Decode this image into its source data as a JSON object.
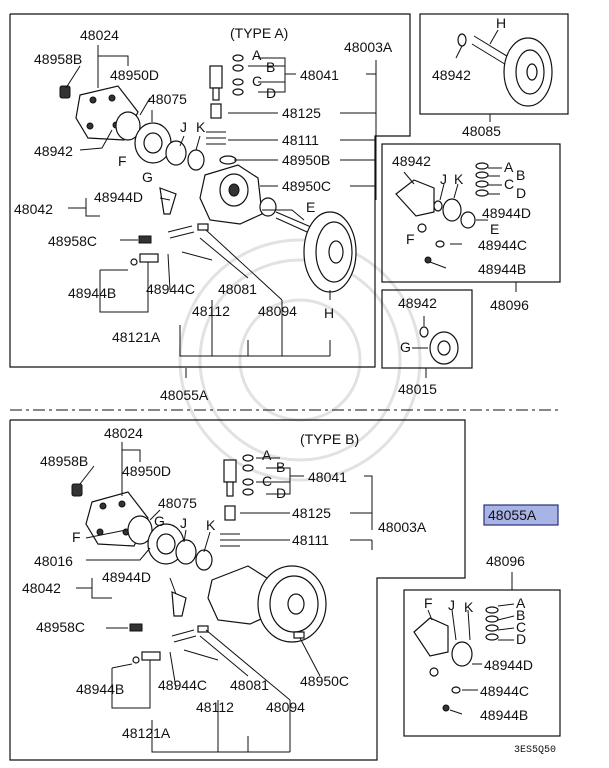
{
  "type_a": {
    "title": "(TYPE  A)",
    "assembly": "48003A",
    "group": "48055A",
    "labels": {
      "p48024": "48024",
      "p48958B": "48958B",
      "p48950D": "48950D",
      "p48075": "48075",
      "pJ": "J",
      "pK": "K",
      "p48942": "48942",
      "pF": "F",
      "pG": "G",
      "p48944D": "48944D",
      "p48042": "48042",
      "p48958C": "48958C",
      "p48944B": "48944B",
      "p48944C": "48944C",
      "p48081": "48081",
      "p48112": "48112",
      "p48094": "48094",
      "p48121A": "48121A",
      "pA": "A",
      "pB": "B",
      "pC": "C",
      "pD": "D",
      "pE": "E",
      "pH": "H",
      "p48041": "48041",
      "p48125": "48125",
      "p48111": "48111",
      "p48950B": "48950B",
      "p48950C": "48950C"
    }
  },
  "kit_48085": {
    "p48942": "48942",
    "pH": "H",
    "number": "48085"
  },
  "kit_48096_top": {
    "p48942": "48942",
    "pJ": "J",
    "pK": "K",
    "pA": "A",
    "pB": "B",
    "pC": "C",
    "pD": "D",
    "p48944D": "48944D",
    "pF": "F",
    "pE": "E",
    "p48944C": "48944C",
    "p48944B": "48944B",
    "number": "48096"
  },
  "kit_48015": {
    "p48942": "48942",
    "pG": "G",
    "number": "48015"
  },
  "type_b": {
    "title": "(TYPE  B)",
    "assembly": "48003A",
    "labels": {
      "p48024": "48024",
      "p48958B": "48958B",
      "p48950D": "48950D",
      "p48075": "48075",
      "pF": "F",
      "pG": "G",
      "pJ": "J",
      "pK": "K",
      "p48016": "48016",
      "p48042": "48042",
      "p48944D": "48944D",
      "p48958C": "48958C",
      "p48944B": "48944B",
      "p48944C": "48944C",
      "p48081": "48081",
      "p48950C": "48950C",
      "p48112": "48112",
      "p48094": "48094",
      "p48121A": "48121A",
      "pA": "A",
      "pB": "B",
      "pC": "C",
      "pD": "D",
      "p48041": "48041",
      "p48125": "48125",
      "p48111": "48111"
    }
  },
  "callout_highlight": "48055A",
  "kit_48096_bottom": {
    "number": "48096",
    "pF": "F",
    "pJ": "J",
    "pK": "K",
    "pA": "A",
    "pB": "B",
    "pC": "C",
    "pD": "D",
    "p48944D": "48944D",
    "p48944C": "48944C",
    "p48944B": "48944B"
  },
  "diagram_code": "3ES5Q50",
  "colors": {
    "highlight": "#a9b4e6",
    "line": "#111111"
  }
}
